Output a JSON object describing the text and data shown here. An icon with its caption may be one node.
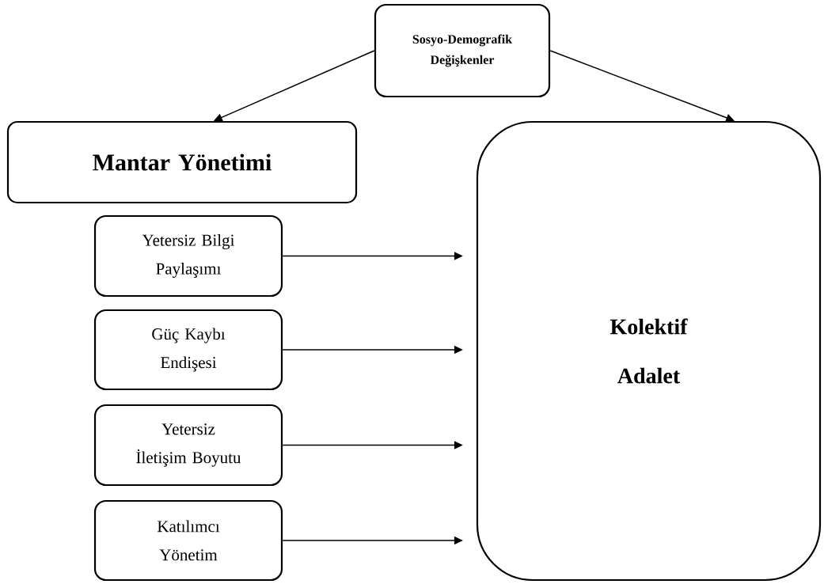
{
  "diagram": {
    "nodes": [
      {
        "text": [
          "Sosyo-Demografik Değişkenler"
        ]
      },
      {
        "text": [
          "Mantar Yönetimi"
        ]
      },
      {
        "text": [
          "Yetersiz Bilgi Paylaşımı"
        ]
      },
      {
        "text": [
          "Güç Kaybı Endişesi"
        ]
      },
      {
        "text": [
          "Yetersiz İletişim Boyutu"
        ]
      },
      {
        "text": [
          "Katılımcı Yönetim"
        ]
      },
      {
        "text": [
          "Kolektif Adalet"
        ]
      }
    ],
    "edges": [
      {
        "from": 0,
        "to": 1,
        "arrow": "to"
      },
      {
        "from": 0,
        "to": 6,
        "arrow": "to"
      },
      {
        "from": 2,
        "to": 6,
        "arrow": "to"
      },
      {
        "from": 3,
        "to": 6,
        "arrow": "to"
      },
      {
        "from": 4,
        "to": 6,
        "arrow": "to"
      },
      {
        "from": 5,
        "to": 6,
        "arrow": "to"
      }
    ]
  }
}
